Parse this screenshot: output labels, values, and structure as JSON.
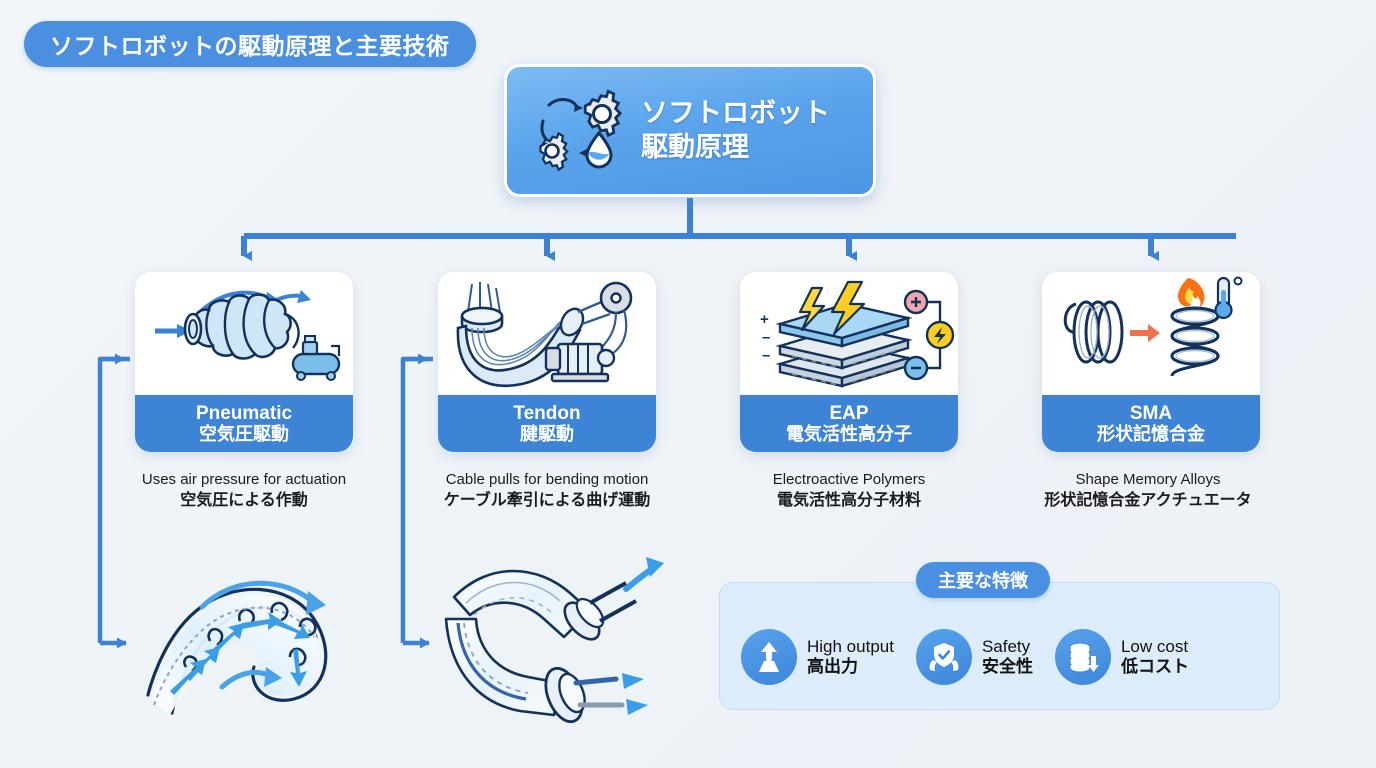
{
  "title": "ソフトロボットの駆動原理と主要技術",
  "center": {
    "line1": "ソフトロボット",
    "line2": "駆動原理",
    "icon": "gears-flow-droplet-icon"
  },
  "colors": {
    "accent": "#4a90e2",
    "card_label_bg": "#3d83d6",
    "center_gradient_from": "#7dbcf3",
    "center_gradient_to": "#4e95e3",
    "panel_bg": "#ddecfb",
    "background": "#f0f4f8",
    "arrow_blue": "#3b82d6",
    "icon_outline": "#12325c"
  },
  "cards": [
    {
      "en": "Pneumatic",
      "ja": "空気圧駆動",
      "caption_en": "Uses air pressure for actuation",
      "caption_ja": "空気圧による作動",
      "icon": "pneumatic-bellows-compressor-icon"
    },
    {
      "en": "Tendon",
      "ja": "腱駆動",
      "caption_en": "Cable pulls for bending motion",
      "caption_ja": "ケーブル牽引による曲げ運動",
      "icon": "tendon-cable-pulley-motor-icon"
    },
    {
      "en": "EAP",
      "ja": "電気活性高分子",
      "caption_en": "Electroactive Polymers",
      "caption_ja": "電気活性高分子材料",
      "icon": "eap-layered-film-electrodes-icon"
    },
    {
      "en": "SMA",
      "ja": "形状記憶合金",
      "caption_en": "Shape Memory Alloys",
      "caption_ja": "形状記憶合金アクチュエータ",
      "icon": "sma-coil-heat-thermometer-icon"
    }
  ],
  "illustrations": [
    {
      "name": "bending-pneumatic-actuator-airflow-illustration"
    },
    {
      "name": "bending-tendon-cable-actuator-illustration"
    }
  ],
  "features": {
    "badge": "主要な特徴",
    "items": [
      {
        "en": "High output",
        "ja": "高出力",
        "icon": "weight-up-arrow-icon"
      },
      {
        "en": "Safety",
        "ja": "安全性",
        "icon": "shield-in-hands-icon"
      },
      {
        "en": "Low cost",
        "ja": "低コスト",
        "icon": "coins-down-arrow-icon"
      }
    ]
  }
}
